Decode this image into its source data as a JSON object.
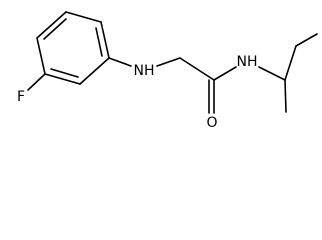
{
  "molecule": {
    "atoms": {
      "fluorine": "F",
      "amine_n": "NH",
      "carbonyl_o": "O",
      "amide_n": "NH"
    },
    "colors": {
      "bond": "#000000",
      "label": "#000000",
      "background": "#ffffff"
    }
  }
}
